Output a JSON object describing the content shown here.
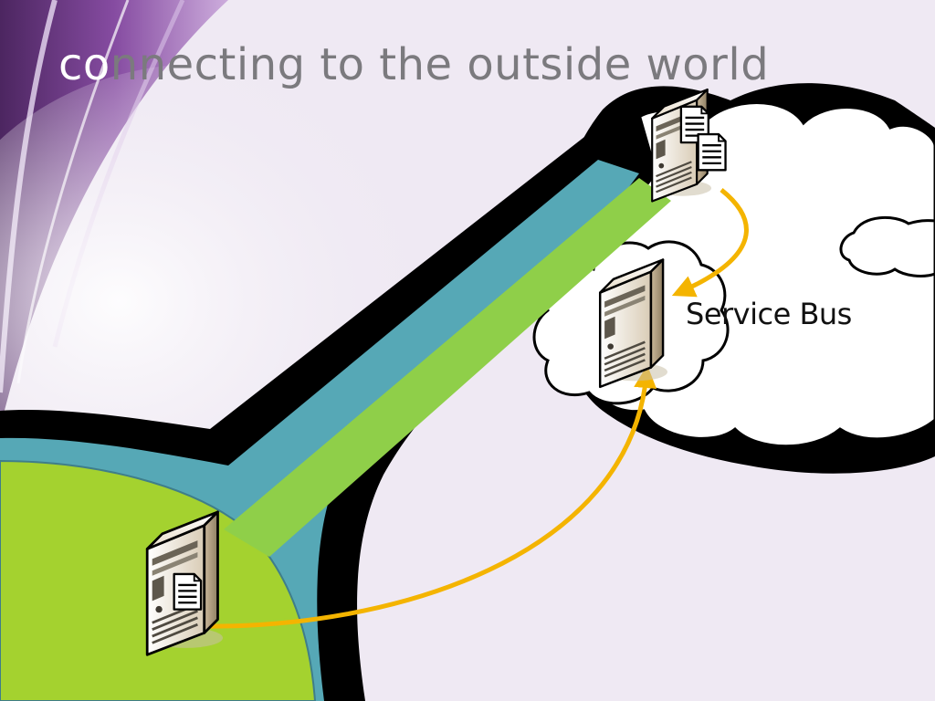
{
  "slide": {
    "title_highlight": "co",
    "title_rest": "nnecting to the outside world",
    "service_label": "Service Bus"
  },
  "colors": {
    "background": "#efe9f3",
    "land_green": "#a4d22f",
    "channel_teal": "#56a8b6",
    "link_green": "#8fcf49",
    "outline": "#000000",
    "cloud_fill": "#ffffff",
    "arrow": "#f4b400",
    "title_gray": "#7b7a7e",
    "title_accent": "#ffffff"
  },
  "icons": {
    "on_premise_server": "server-with-document-icon",
    "cloud_server": "server-with-documents-icon",
    "service_bus_server": "server-icon"
  }
}
